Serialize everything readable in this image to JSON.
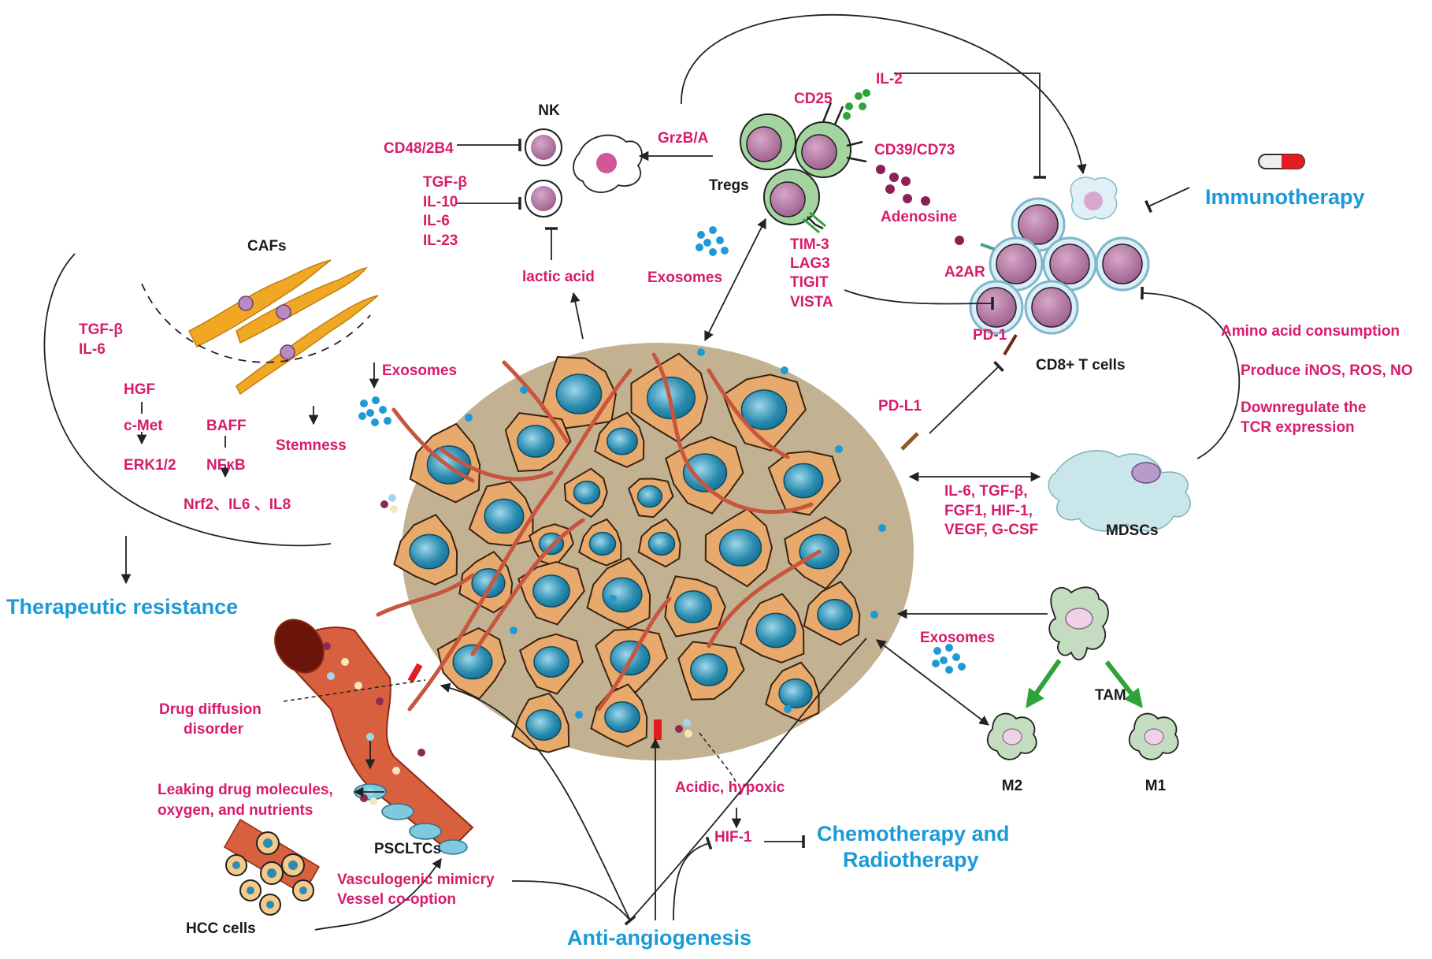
{
  "colors": {
    "label": "#d81b6a",
    "cell_name": "#1a1a1a",
    "outcome": "#1a9ad8",
    "arrow_green": "#2ea33a"
  },
  "labels": {
    "nk": "NK",
    "cd48_2b4": "CD48/2B4",
    "tgfb": "TGF-β",
    "il10": "IL-10",
    "il6": "IL-6",
    "il23": "IL-23",
    "lactic_acid": "lactic acid",
    "grzba": "GrzB/A",
    "tregs": "Tregs",
    "cd25": "CD25",
    "il2": "IL-2",
    "cd39_cd73": "CD39/CD73",
    "adenosine": "Adenosine",
    "a2ar": "A2AR",
    "tim3": "TIM-3",
    "lag3": "LAG3",
    "tigit": "TIGIT",
    "vista": "VISTA",
    "exosomes_top": "Exosomes",
    "pd1": "PD-1",
    "cd8": "CD8+ T cells",
    "immunotherapy": "Immunotherapy",
    "amino": "Amino acid consumption",
    "produce": "Produce iNOS, ROS, NO",
    "downreg1": "Downregulate the",
    "downreg2": "TCR expression",
    "pdl1": "PD-L1",
    "mdsc_factors1": "IL-6, TGF-β,",
    "mdsc_factors2": "FGF1, HIF-1,",
    "mdsc_factors3": "VEGF, G-CSF",
    "mdscs": "MDSCs",
    "cafs": "CAFs",
    "caf_tgfb": "TGF-β",
    "caf_il6": "IL-6",
    "hgf": "HGF",
    "cmet": "c-Met",
    "erk": "ERK1/2",
    "baff": "BAFF",
    "nfkb": "NFκB",
    "nrf2": "Nrf2、IL6 、IL8",
    "stemness": "Stemness",
    "exosomes_caf": "Exosomes",
    "therapeutic_resistance": "Therapeutic resistance",
    "exosomes_tam": "Exosomes",
    "tam": "TAM",
    "m2": "M2",
    "m1": "M1",
    "drug_diff1": "Drug diffusion",
    "drug_diff2": "disorder",
    "leak1": "Leaking drug molecules,",
    "leak2": "oxygen, and nutrients",
    "psclt": "PSCLTCs",
    "vm1": "Vasculogenic mimicry",
    "vm2": "Vessel co-option",
    "hcc": "HCC cells",
    "acidic": "Acidic, hypoxic",
    "hif1": "HIF-1",
    "chemo1": "Chemotherapy and",
    "chemo2": "Radiotherapy",
    "anti_angio": "Anti-angiogenesis"
  }
}
